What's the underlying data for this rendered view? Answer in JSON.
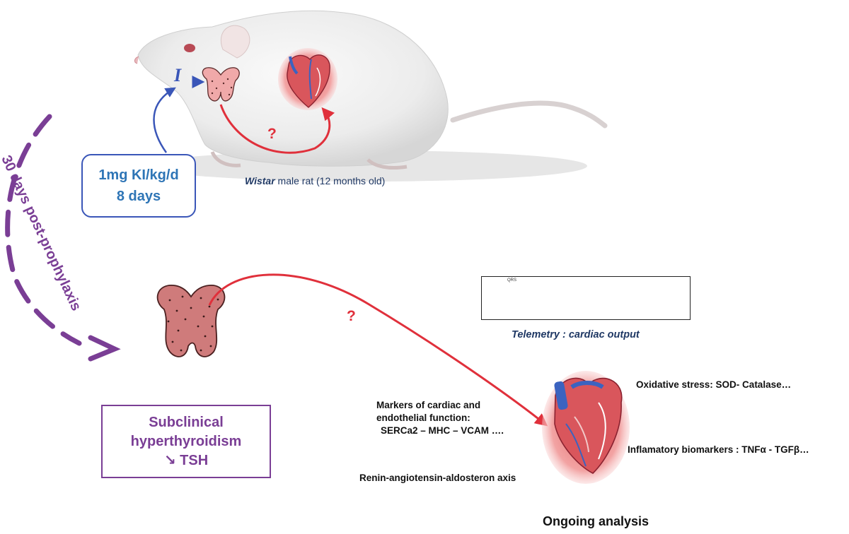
{
  "rat": {
    "caption_species": "Wistar",
    "caption_rest": " male rat (12 months old)",
    "iodine_symbol": "I",
    "question_mark": "?"
  },
  "dose_box": {
    "line1": "1mg KI/kg/d",
    "line2": "8 days"
  },
  "timeline_label": "30 days post-prophylaxis",
  "condition_box": {
    "line1": "Subclinical",
    "line2": "hyperthyroidism",
    "line3": "↘ TSH"
  },
  "lower_question_mark": "?",
  "ecg": {
    "qrs_label": "QRS",
    "caption": "Telemetry : cardiac output"
  },
  "analysis": {
    "markers_line1": "Markers of cardiac and",
    "markers_line2": "endothelial function:",
    "markers_line3": "SERCa2 – MHC – VCAM ….",
    "oxidative": "Oxidative stress: SOD- Catalase…",
    "inflammatory": "Inflamatory biomarkers : TNFα - TGFβ…",
    "raas": "Renin-angiotensin-aldosteron  axis",
    "title": "Ongoing analysis"
  },
  "colors": {
    "blue_arrow": "#3a56b8",
    "dose_text": "#2e75b6",
    "red_arrow": "#e0303b",
    "purple": "#7a3e95",
    "thyroid": "#d9777a",
    "caption_navy": "#1f3864"
  }
}
